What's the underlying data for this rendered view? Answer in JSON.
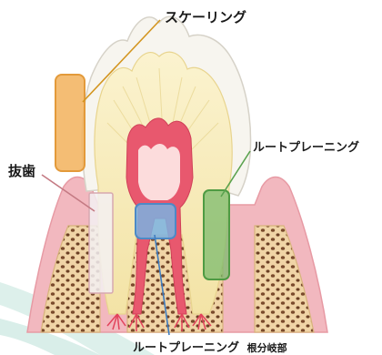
{
  "labels": {
    "scaling": "スケーリング",
    "extraction": "抜歯",
    "root_planing": "ルートプレーニング",
    "root_planing_furcation": "ルートプレーニング",
    "furcation_suffix": "根分岐部"
  },
  "colors": {
    "gum": "#f2b8bf",
    "enamel": "#f7f5ef",
    "dentin": "#f6ecbe",
    "pulp": "#e8586e",
    "bone": "#e9c694",
    "marrow": "#7a4a2c",
    "scaling_box": "#f2b25c",
    "extraction_box": "#f3f0f2",
    "root_planing_box": "#7cbb6e",
    "furcation_box": "#7ab1e2",
    "backdrop": "#d9efe9"
  }
}
